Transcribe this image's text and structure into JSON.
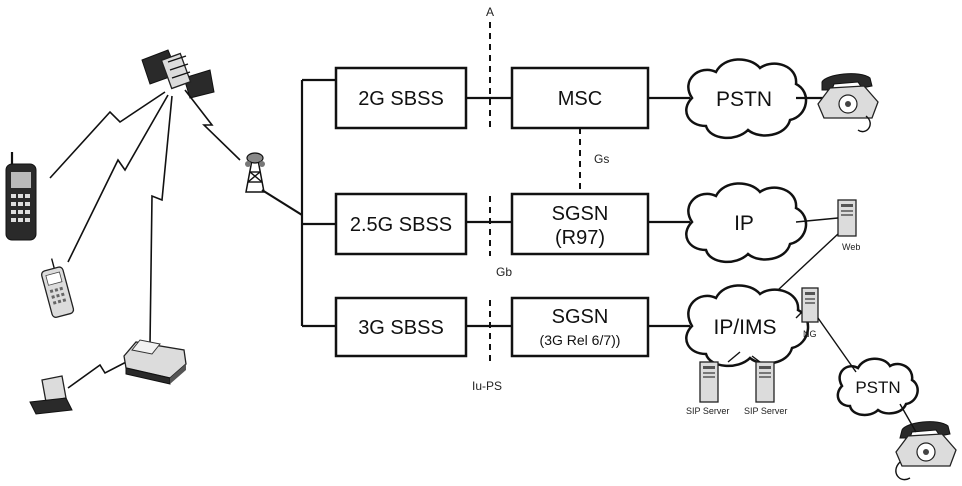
{
  "boxes": {
    "sbss_2g": "2G SBSS",
    "sbss_25g": "2.5G SBSS",
    "sbss_3g": "3G SBSS",
    "msc": "MSC",
    "sgsn_r97_line1": "SGSN",
    "sgsn_r97_line2": "(R97)",
    "sgsn_3g_line1": "SGSN",
    "sgsn_3g_line2": "(3G Rel 6/7))"
  },
  "clouds": {
    "pstn_top": "PSTN",
    "ip": "IP",
    "ip_ims": "IP/IMS",
    "pstn_bottom": "PSTN"
  },
  "interfaces": {
    "a": "A",
    "gs": "Gs",
    "gb": "Gb",
    "iu_ps": "Iu-PS"
  },
  "servers": {
    "web": "Web",
    "ng": "NG",
    "sip1": "SIP Server",
    "sip2": "SIP Server"
  }
}
